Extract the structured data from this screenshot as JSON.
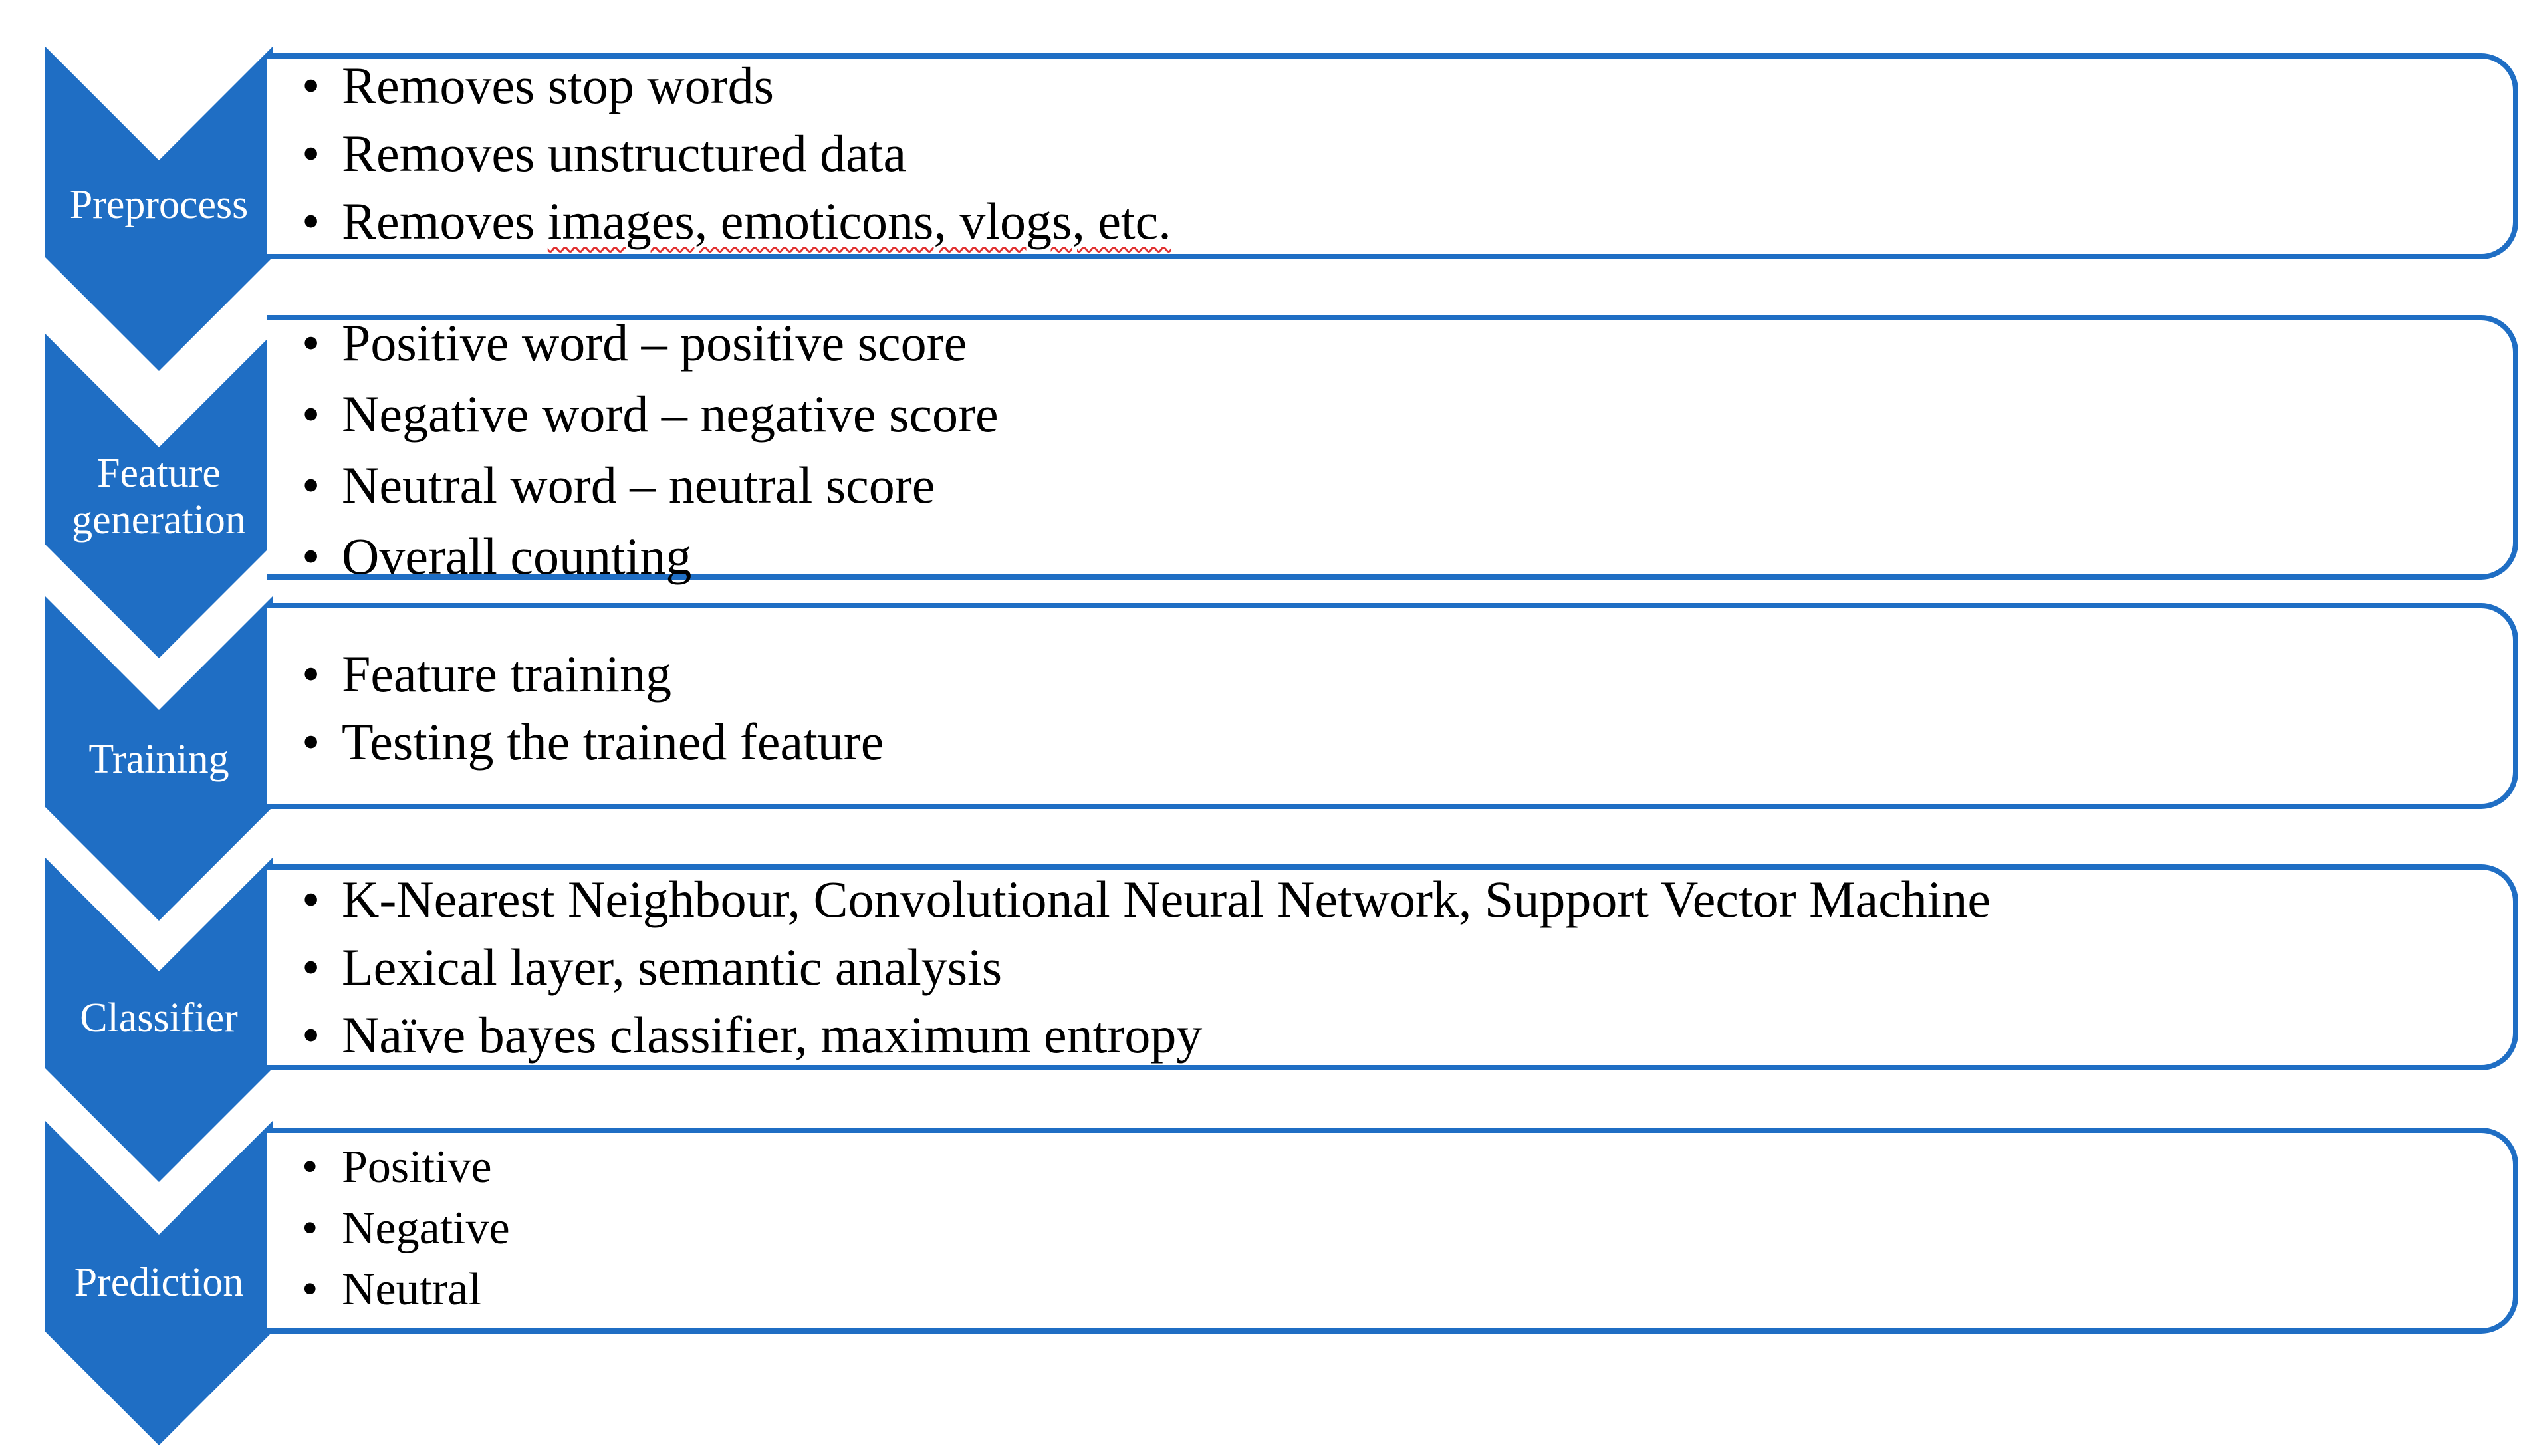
{
  "colors": {
    "chevron_fill": "#1f6ec4",
    "box_border": "#1f6ec4",
    "chevron_text": "#ffffff",
    "bullet_text": "#000000",
    "spellcheck_underline": "#e03030"
  },
  "stages": [
    {
      "label": "Preprocess",
      "bullets": [
        "Removes stop words",
        "Removes unstructured data",
        "Removes images, emoticons, vlogs, etc."
      ]
    },
    {
      "label": "Feature\ngeneration",
      "bullets": [
        "Positive word – positive score",
        "Negative word – negative score",
        "Neutral word – neutral score",
        "Overall counting"
      ]
    },
    {
      "label": "Training",
      "bullets": [
        "Feature training",
        "Testing the trained feature"
      ]
    },
    {
      "label": "Classifier",
      "bullets": [
        "K-Nearest Neighbour, Convolutional Neural Network, Support Vector Machine",
        "Lexical layer, semantic analysis",
        "Naïve bayes classifier, maximum entropy"
      ]
    },
    {
      "label": "Prediction",
      "bullets": [
        "Positive",
        "Negative",
        "Neutral"
      ]
    }
  ]
}
